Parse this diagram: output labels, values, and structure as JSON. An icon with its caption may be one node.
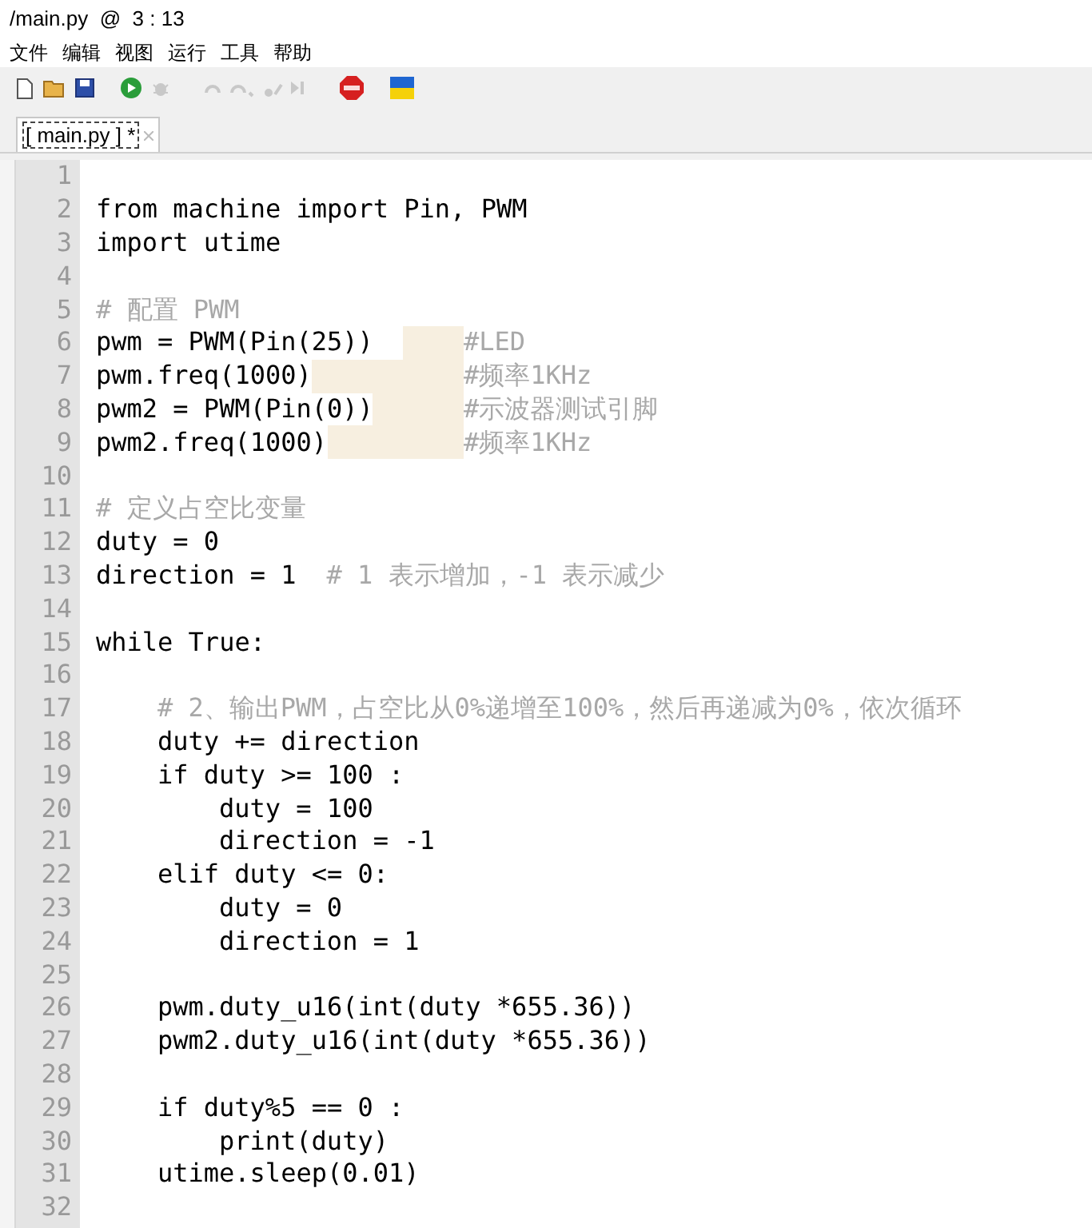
{
  "diagram": {
    "title": "/main.py  @  3 : 13",
    "labels": [
      "文件",
      "编辑",
      "视图",
      "运行",
      "工具",
      "帮助",
      "[ main.py ] *",
      "1",
      "2",
      "from machine import Pin, PWM",
      "3",
      "import utime",
      "4",
      "5",
      "# 配置 PWM",
      "6",
      "pwm = PWM(Pin(25))",
      "#LED",
      "7",
      "pwm.freq(1000)",
      "#频率1KHz",
      "8",
      "pwm2 = PWM(Pin(0))",
      "#示波器测试引脚",
      "9",
      "pwm2.freq(1000)",
      "#频率1KHz",
      "10",
      "11",
      "# 定义占空比变量",
      "12",
      "duty = 0",
      "13",
      "direction = 1",
      "# 1 表示增加，-1 表示减少",
      "14",
      "15",
      "while True:",
      "16",
      "17",
      "# 2、输出PWM，占空比从0%递增至100%，然后再递减为0%，依次循环",
      "18",
      "duty += direction",
      "19",
      "if duty >= 100 :",
      "20",
      "duty = 100",
      "21",
      "direction = -1",
      "22",
      "elif duty <= 0:",
      "23",
      "duty = 0",
      "24",
      "direction = 1",
      "25",
      "26",
      "pwm.duty_u16(int(duty *655.36))",
      "27",
      "pwm2.duty_u16(int(duty *655.36))",
      "28",
      "29",
      "if duty%5 == 0 :",
      "30",
      "print(duty)",
      "31",
      "utime.sleep(0.01)",
      "32"
    ]
  }
}
